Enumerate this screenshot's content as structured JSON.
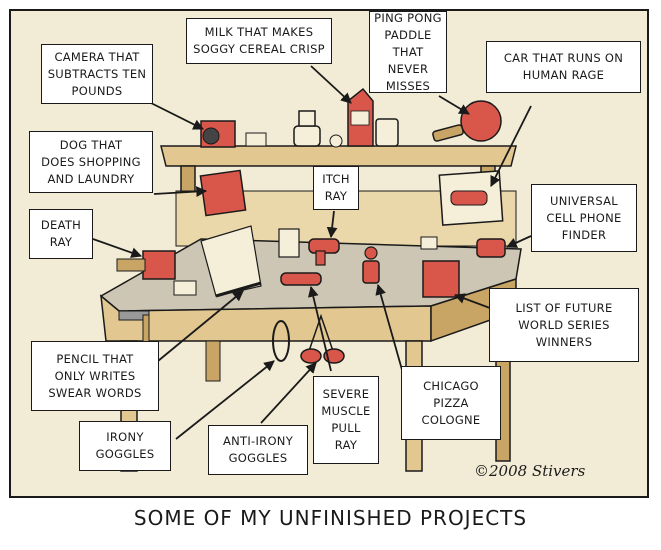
{
  "labels": {
    "camera": "CAMERA THAT\nSUBTRACTS TEN\nPOUNDS",
    "milk": "MILK THAT MAKES\nSOGGY CEREAL CRISP",
    "pingpong": "PING PONG\nPADDLE\nTHAT NEVER\nMISSES",
    "car": "CAR THAT RUNS ON\nHUMAN RAGE",
    "dog": "DOG THAT\nDOES SHOPPING\nAND LAUNDRY",
    "itch": "ITCH\nRAY",
    "universal": "UNIVERSAL\nCELL PHONE\nFINDER",
    "death": "DEATH\nRAY",
    "worldseries": "LIST OF FUTURE\nWORLD SERIES\nWINNERS",
    "pencil": "PENCIL THAT\nONLY WRITES\nSWEAR WORDS",
    "chicago": "CHICAGO\nPIZZA\nCOLOGNE",
    "severe": "SEVERE\nMUSCLE\nPULL\nRAY",
    "irony": "IRONY\nGOGGLES",
    "antiirony": "ANTI-IRONY\nGOGGLES"
  },
  "copyright": "©2008 Stivers",
  "caption": "SOME OF MY UNFINISHED PROJECTS",
  "colors": {
    "background": "#f2ecd6",
    "wood": "#e2c890",
    "wood_dark": "#c9a565",
    "gadget_red": "#d9574a",
    "outline": "#1a1a1a",
    "bench_top": "#cdc6b4"
  }
}
